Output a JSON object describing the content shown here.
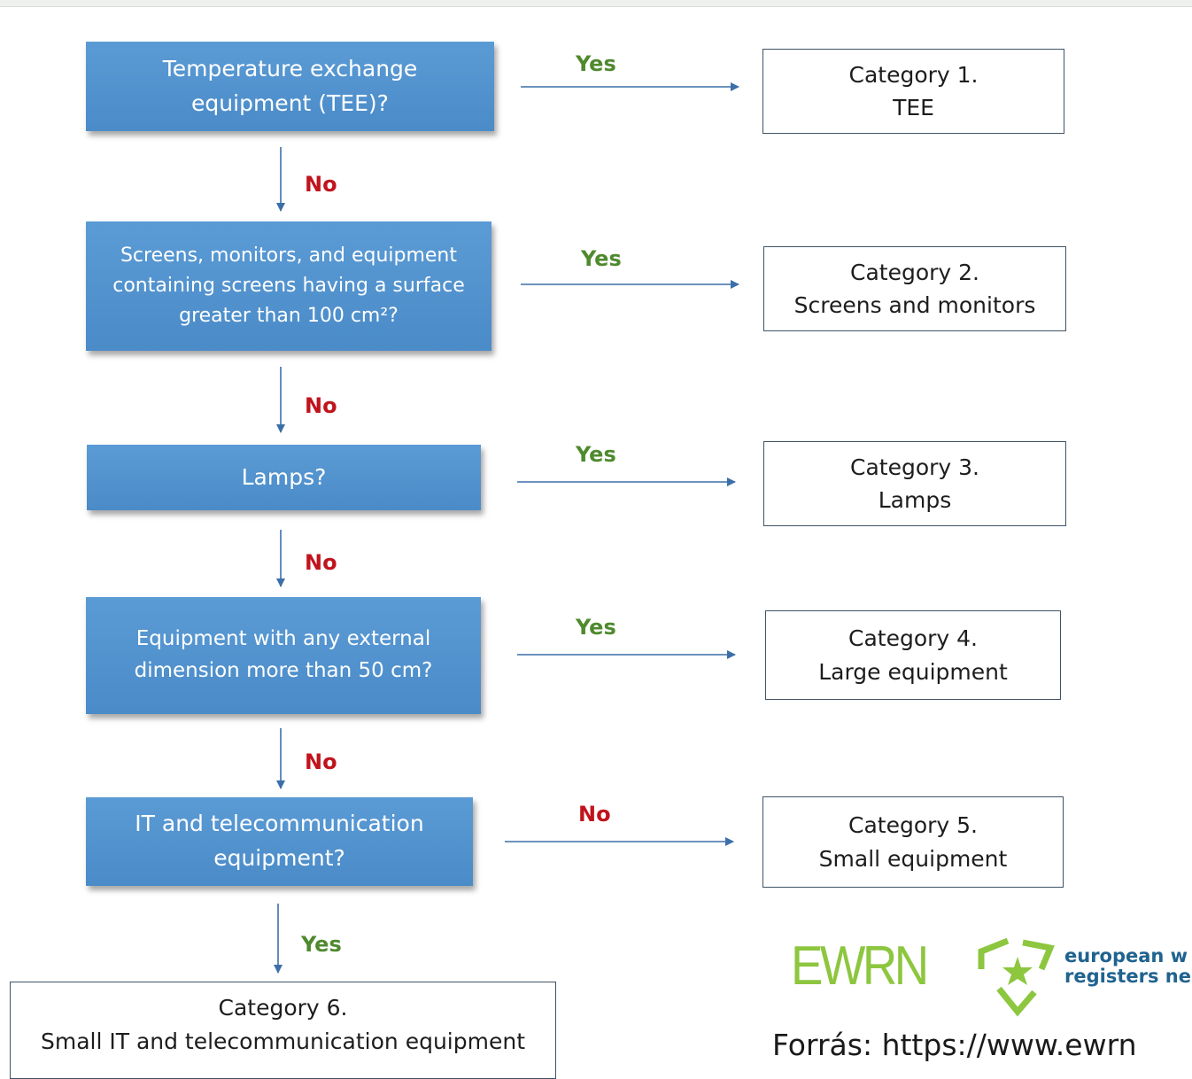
{
  "questions": {
    "q1": [
      "Temperature exchange",
      "equipment (TEE)?"
    ],
    "q2": [
      "Screens, monitors, and equipment",
      "containing screens having a surface",
      "greater than 100 cm²?"
    ],
    "q3": [
      "Lamps?"
    ],
    "q4": [
      "Equipment with any external",
      "dimension more than 50 cm?"
    ],
    "q5": [
      "IT and telecommunication",
      "equipment?"
    ]
  },
  "categories": {
    "c1": [
      "Category 1.",
      "TEE"
    ],
    "c2": [
      "Category 2.",
      "Screens and monitors"
    ],
    "c3": [
      "Category 3.",
      "Lamps"
    ],
    "c4": [
      "Category 4.",
      "Large equipment"
    ],
    "c5": [
      "Category 5.",
      "Small equipment"
    ],
    "c6": [
      "Category 6.",
      "Small IT and telecommunication equipment"
    ]
  },
  "labels": {
    "yes": "Yes",
    "no": "No"
  },
  "logo": {
    "mark": "EWRN",
    "tagline_line1": "european w",
    "tagline_line2": "registers ne"
  },
  "source": "Forrás: https://www.ewrn",
  "colors": {
    "question_fill": "#5b9bd5",
    "yes_label": "#4f8a2e",
    "no_label": "#c0141d",
    "logo_green": "#8dc63f",
    "logo_blue": "#20638f"
  }
}
